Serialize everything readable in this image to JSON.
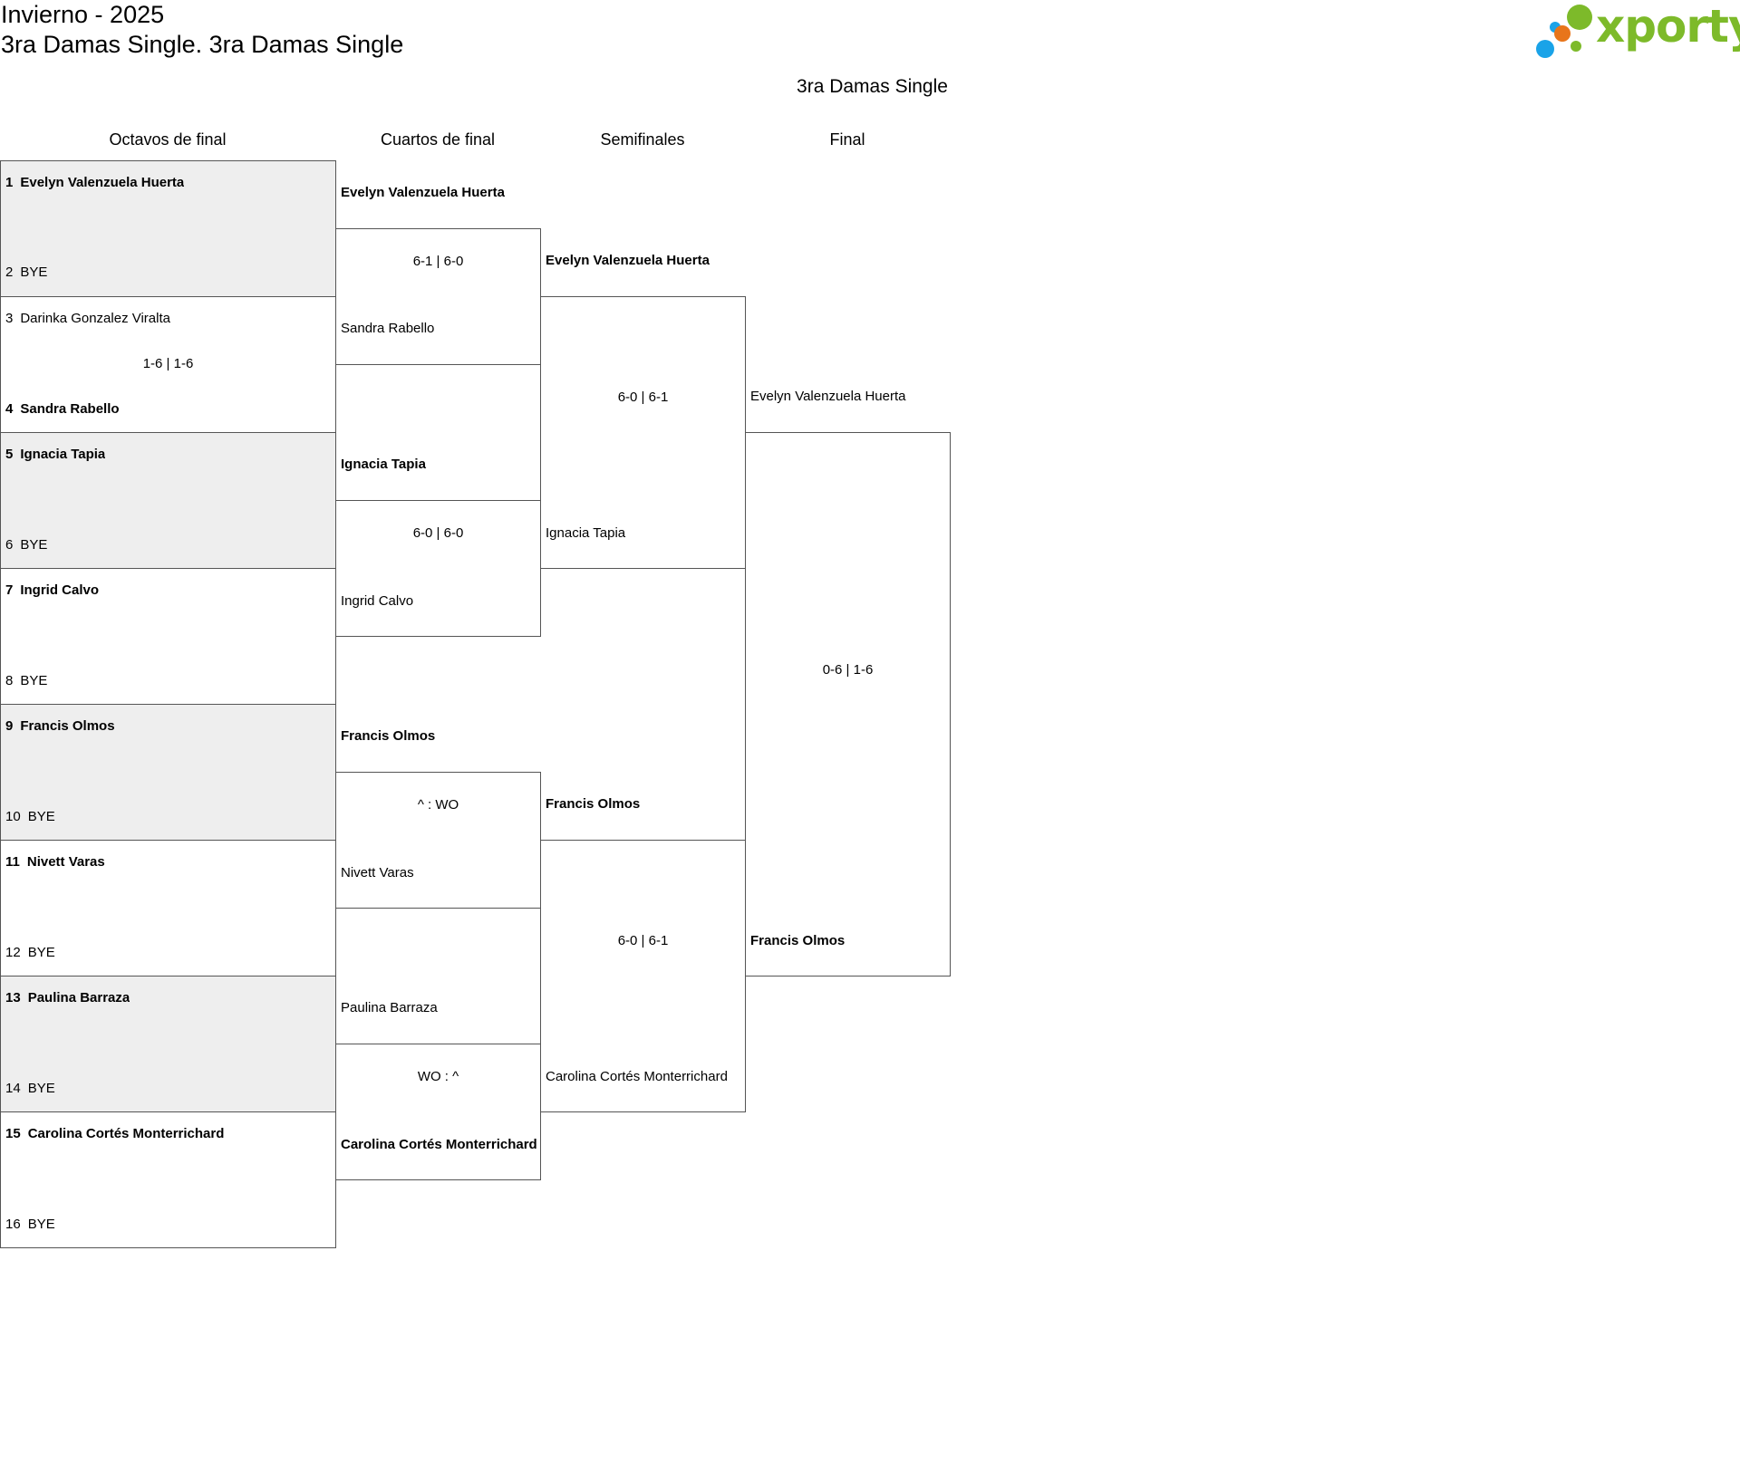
{
  "header": {
    "season": "Invierno - 2025",
    "category": "3ra Damas Single. 3ra Damas Single",
    "draw_title": "3ra Damas Single"
  },
  "logo": {
    "brand": "xporty",
    "colors": {
      "blue": "#1aa3e8",
      "orange": "#e8751a",
      "green": "#7dba2a"
    }
  },
  "rounds": [
    "Octavos de final",
    "Cuartos de final",
    "Semifinales",
    "Final"
  ],
  "r16": [
    {
      "a_seed": "1",
      "a_name": "Evelyn Valenzuela Huerta",
      "b_seed": "2",
      "b_name": "BYE",
      "score": ""
    },
    {
      "a_seed": "3",
      "a_name": "Darinka Gonzalez Viralta",
      "b_seed": "4",
      "b_name": "Sandra Rabello",
      "score": "1-6 | 1-6"
    },
    {
      "a_seed": "5",
      "a_name": "Ignacia Tapia",
      "b_seed": "6",
      "b_name": "BYE",
      "score": ""
    },
    {
      "a_seed": "7",
      "a_name": "Ingrid Calvo",
      "b_seed": "8",
      "b_name": "BYE",
      "score": ""
    },
    {
      "a_seed": "9",
      "a_name": "Francis Olmos",
      "b_seed": "10",
      "b_name": "BYE",
      "score": ""
    },
    {
      "a_seed": "11",
      "a_name": "Nivett Varas",
      "b_seed": "12",
      "b_name": "BYE",
      "score": ""
    },
    {
      "a_seed": "13",
      "a_name": "Paulina Barraza",
      "b_seed": "14",
      "b_name": "BYE",
      "score": ""
    },
    {
      "a_seed": "15",
      "a_name": "Carolina Cortés Monterrichard",
      "b_seed": "16",
      "b_name": "BYE",
      "score": ""
    }
  ],
  "qf": [
    {
      "a_name": "Evelyn Valenzuela Huerta",
      "b_name": "Sandra Rabello",
      "score": "6-1 | 6-0"
    },
    {
      "a_name": "Ignacia Tapia",
      "b_name": "Ingrid Calvo",
      "score": "6-0 | 6-0"
    },
    {
      "a_name": "Francis Olmos",
      "b_name": "Nivett Varas",
      "score": "^ : WO"
    },
    {
      "a_name": "Paulina Barraza",
      "b_name": "Carolina Cortés Monterrichard",
      "score": "WO : ^"
    }
  ],
  "sf": [
    {
      "a_name": "Evelyn Valenzuela Huerta",
      "b_name": "Ignacia Tapia",
      "score": "6-0 | 6-1"
    },
    {
      "a_name": "Francis Olmos",
      "b_name": "Carolina Cortés Monterrichard",
      "score": "6-0 | 6-1"
    }
  ],
  "final": {
    "a_name": "Evelyn Valenzuela Huerta",
    "b_name": "Francis Olmos",
    "score": "0-6 | 1-6"
  }
}
